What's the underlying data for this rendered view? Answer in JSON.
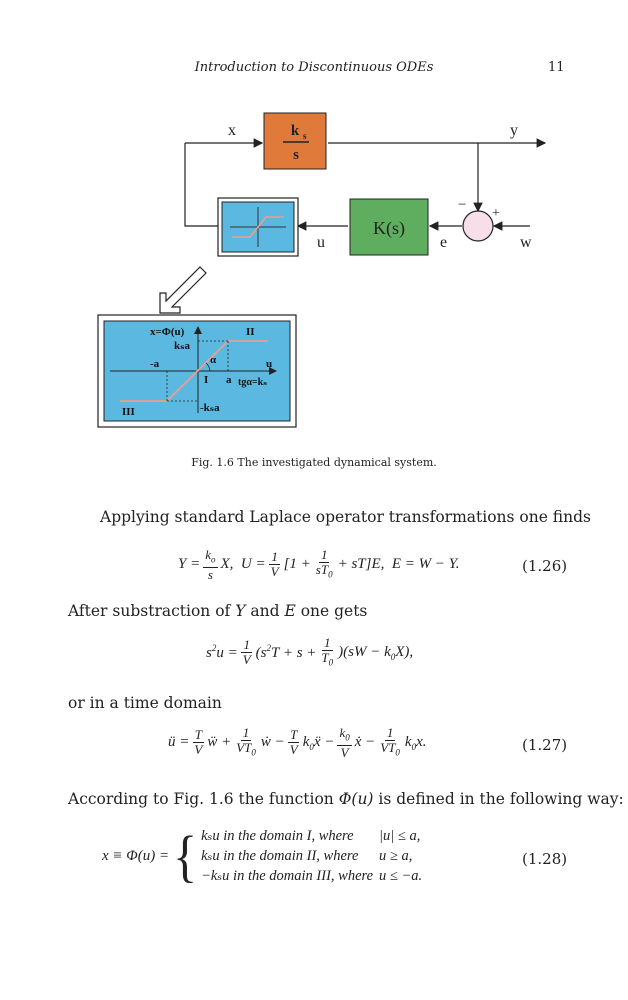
{
  "header": {
    "running_title": "Introduction to Discontinuous ODEs",
    "page_number": "11"
  },
  "diagram": {
    "label_x": "x",
    "label_y": "y",
    "label_u": "u",
    "label_e": "e",
    "label_w": "w",
    "integrator_k": "k",
    "integrator_k_sub": "s",
    "integrator_s": "s",
    "controller_label": "K(s)",
    "summer_minus": "−",
    "summer_plus": "+",
    "detail": {
      "x_phi": "x=Φ(u)",
      "ks_a": "kₛa",
      "neg_ks_a": "-kₛa",
      "neg_a": "-a",
      "a": "a",
      "u": "u",
      "region_I": "I",
      "region_II": "II",
      "region_III": "III",
      "alpha": "α",
      "tg": "tgα=kₛ"
    },
    "colors": {
      "integrator": "#e07a3a",
      "controller": "#5fae5f",
      "nonlinearity": "#5bb8e0",
      "summer": "#f6dfe8",
      "characteristic": "#e8a090"
    }
  },
  "caption": "Fig. 1.6   The investigated dynamical system.",
  "paragraph_1": "Applying standard Laplace operator transformations one finds",
  "eq_126_number": "(1.26)",
  "paragraph_2_a": "After substraction of ",
  "paragraph_2_Y": "Y",
  "paragraph_2_and": " and ",
  "paragraph_2_E": "E",
  "paragraph_2_b": " one gets",
  "paragraph_3": "or in a time domain",
  "eq_127_number": "(1.27)",
  "paragraph_4_a": "According to Fig. 1.6 the function ",
  "paragraph_4_phi": "Φ(u)",
  "paragraph_4_b": " is defined in the following way:",
  "eq_128_number": "(1.28)",
  "eq_128": {
    "lhs": "x ≡ Φ(u) =",
    "row1_expr": "kₛu in the domain I, where",
    "row1_cond": "|u| ≤ a,",
    "row2_expr": "kₛu in the domain II, where",
    "row2_cond": "u ≥ a,",
    "row3_expr": "−kₛu in the domain III, where",
    "row3_cond": "u ≤ −a."
  }
}
